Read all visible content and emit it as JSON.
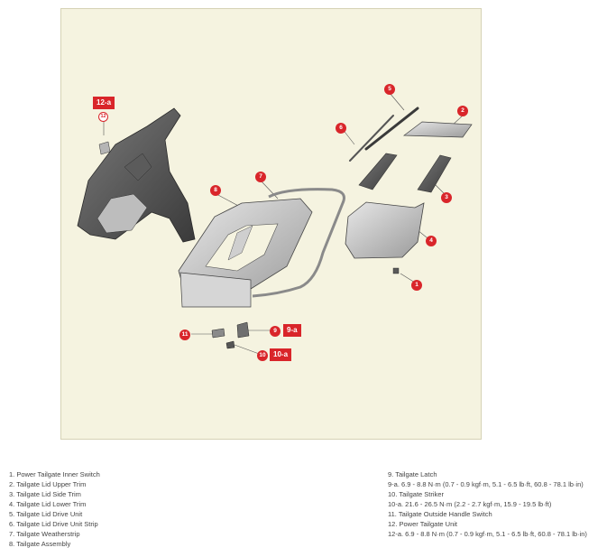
{
  "callouts": {
    "c1": "1",
    "c2": "2",
    "c3": "3",
    "c4": "4",
    "c5": "5",
    "c6": "6",
    "c7": "7",
    "c8": "8",
    "c9": "9",
    "c10": "10",
    "c11": "11",
    "c12": "12",
    "tag9a": "9-a",
    "tag10a": "10-a",
    "tag12a": "12-a"
  },
  "legend": {
    "left": [
      "1. Power Tailgate Inner Switch",
      "2. Tailgate Lid Upper Trim",
      "3. Tailgate Lid Side Trim",
      "4. Tailgate Lid Lower Trim",
      "5. Tailgate Lid Drive Unit",
      "6. Tailgate Lid Drive Unit Strip",
      "7. Tailgate Weatherstrip",
      "8. Tailgate Assembly"
    ],
    "right": [
      "9. Tailgate Latch",
      "9-a. 6.9 - 8.8 N·m (0.7 - 0.9 kgf·m, 5.1 - 6.5 lb·ft, 60.8 - 78.1 lb·in)",
      "10. Tailgate Striker",
      "10-a. 21.6 - 26.5 N·m (2.2 - 2.7 kgf·m, 15.9 - 19.5 lb·ft)",
      "11. Tailgate Outside Handle Switch",
      "12. Power Tailgate Unit",
      "12-a. 6.9 - 8.8 N·m (0.7 - 0.9 kgf·m, 5.1 - 6.5 lb·ft, 60.8 - 78.1 lb·in)"
    ]
  }
}
